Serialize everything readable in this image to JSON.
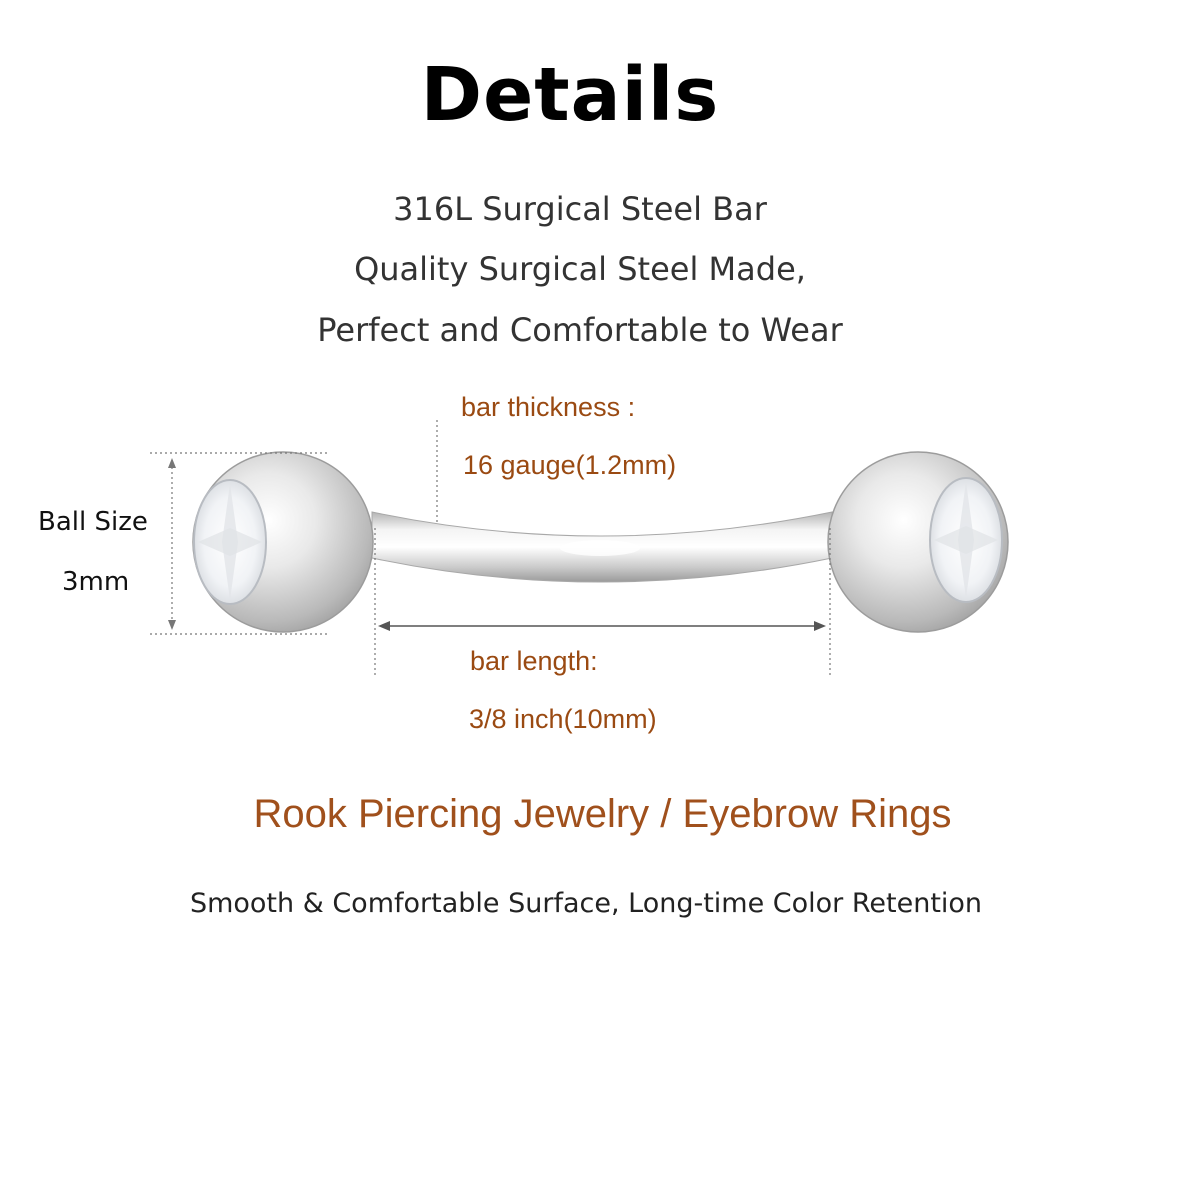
{
  "title": "Details",
  "intro": [
    "316L Surgical Steel Bar",
    "Quality Surgical Steel Made,",
    "Perfect and Comfortable to Wear"
  ],
  "thickness": {
    "label": "bar thickness :",
    "value": "16 gauge(1.2mm)"
  },
  "ball": {
    "label": "Ball Size",
    "value": "3mm"
  },
  "length": {
    "label": "bar length:",
    "value": "3/8 inch(10mm)"
  },
  "product_name": "Rook Piercing Jewelry / Eyebrow Rings",
  "footer": "Smooth & Comfortable Surface, Long-time Color Retention",
  "colors": {
    "spec_text": "#9a4a12",
    "product_name": "#a0501c",
    "intro_text": "#333333",
    "guide_lines": "#777777"
  }
}
